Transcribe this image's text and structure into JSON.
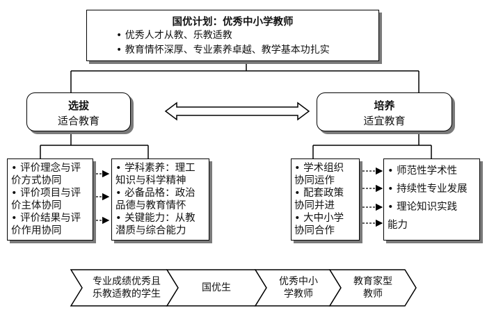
{
  "top": {
    "title": "国优计划：优秀中小学教师",
    "bullets": [
      "• 优秀人才从教、乐教适教",
      "• 教育情怀深厚、专业素养卓越、教学基本功扎实"
    ]
  },
  "left": {
    "title": "选拔",
    "subtitle": "适合教育",
    "box1": [
      "• 评价理念与评",
      "  价方式协同",
      "• 评价项目与评",
      "  价主体协同",
      "• 评价结果与评",
      "  价作用协同"
    ],
    "box2": [
      "• 学科素养：理工",
      "  知识与科学精神",
      "• 必备品格：政治",
      "  品德与教育情怀",
      "• 关键能力：从教",
      "  潜质与综合能力"
    ]
  },
  "right": {
    "title": "培养",
    "subtitle": "适宜教育",
    "box1": [
      "• 学术组织",
      "  协同运作",
      "• 配套政策",
      "  协同并进",
      "• 大中小学",
      "  协同合作"
    ],
    "box2": [
      "• 师范性学术性",
      "• 持续性专业发展",
      "• 理论知识实践",
      "  能力"
    ]
  },
  "flow": [
    [
      "专业成绩优秀且",
      "乐教适教的学生"
    ],
    [
      "国优生"
    ],
    [
      "优秀中小",
      "学教师"
    ],
    [
      "教育家型",
      "教师"
    ]
  ]
}
